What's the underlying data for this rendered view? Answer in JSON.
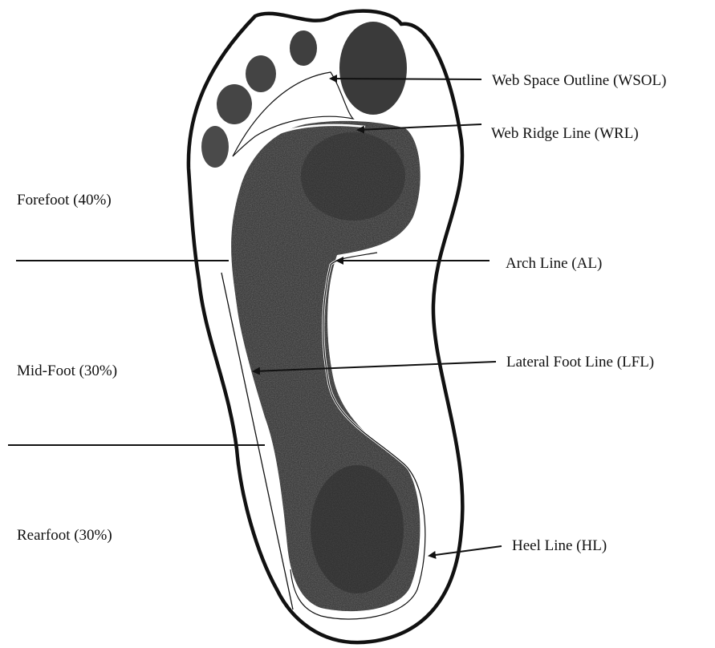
{
  "figure": {
    "regions": {
      "forefoot": "Forefoot (40%)",
      "midfoot": "Mid-Foot (30%)",
      "rearfoot": "Rearfoot (30%)"
    },
    "annotations": {
      "wsol": "Web Space Outline (WSOL)",
      "wrl": "Web Ridge Line (WRL)",
      "al": "Arch Line (AL)",
      "lfl": "Lateral Foot Line (LFL)",
      "hl": "Heel Line (HL)"
    }
  },
  "colors": {
    "ink": "#111111",
    "print": "#3d3d3d",
    "print_dark": "#262626",
    "background": "#ffffff"
  }
}
